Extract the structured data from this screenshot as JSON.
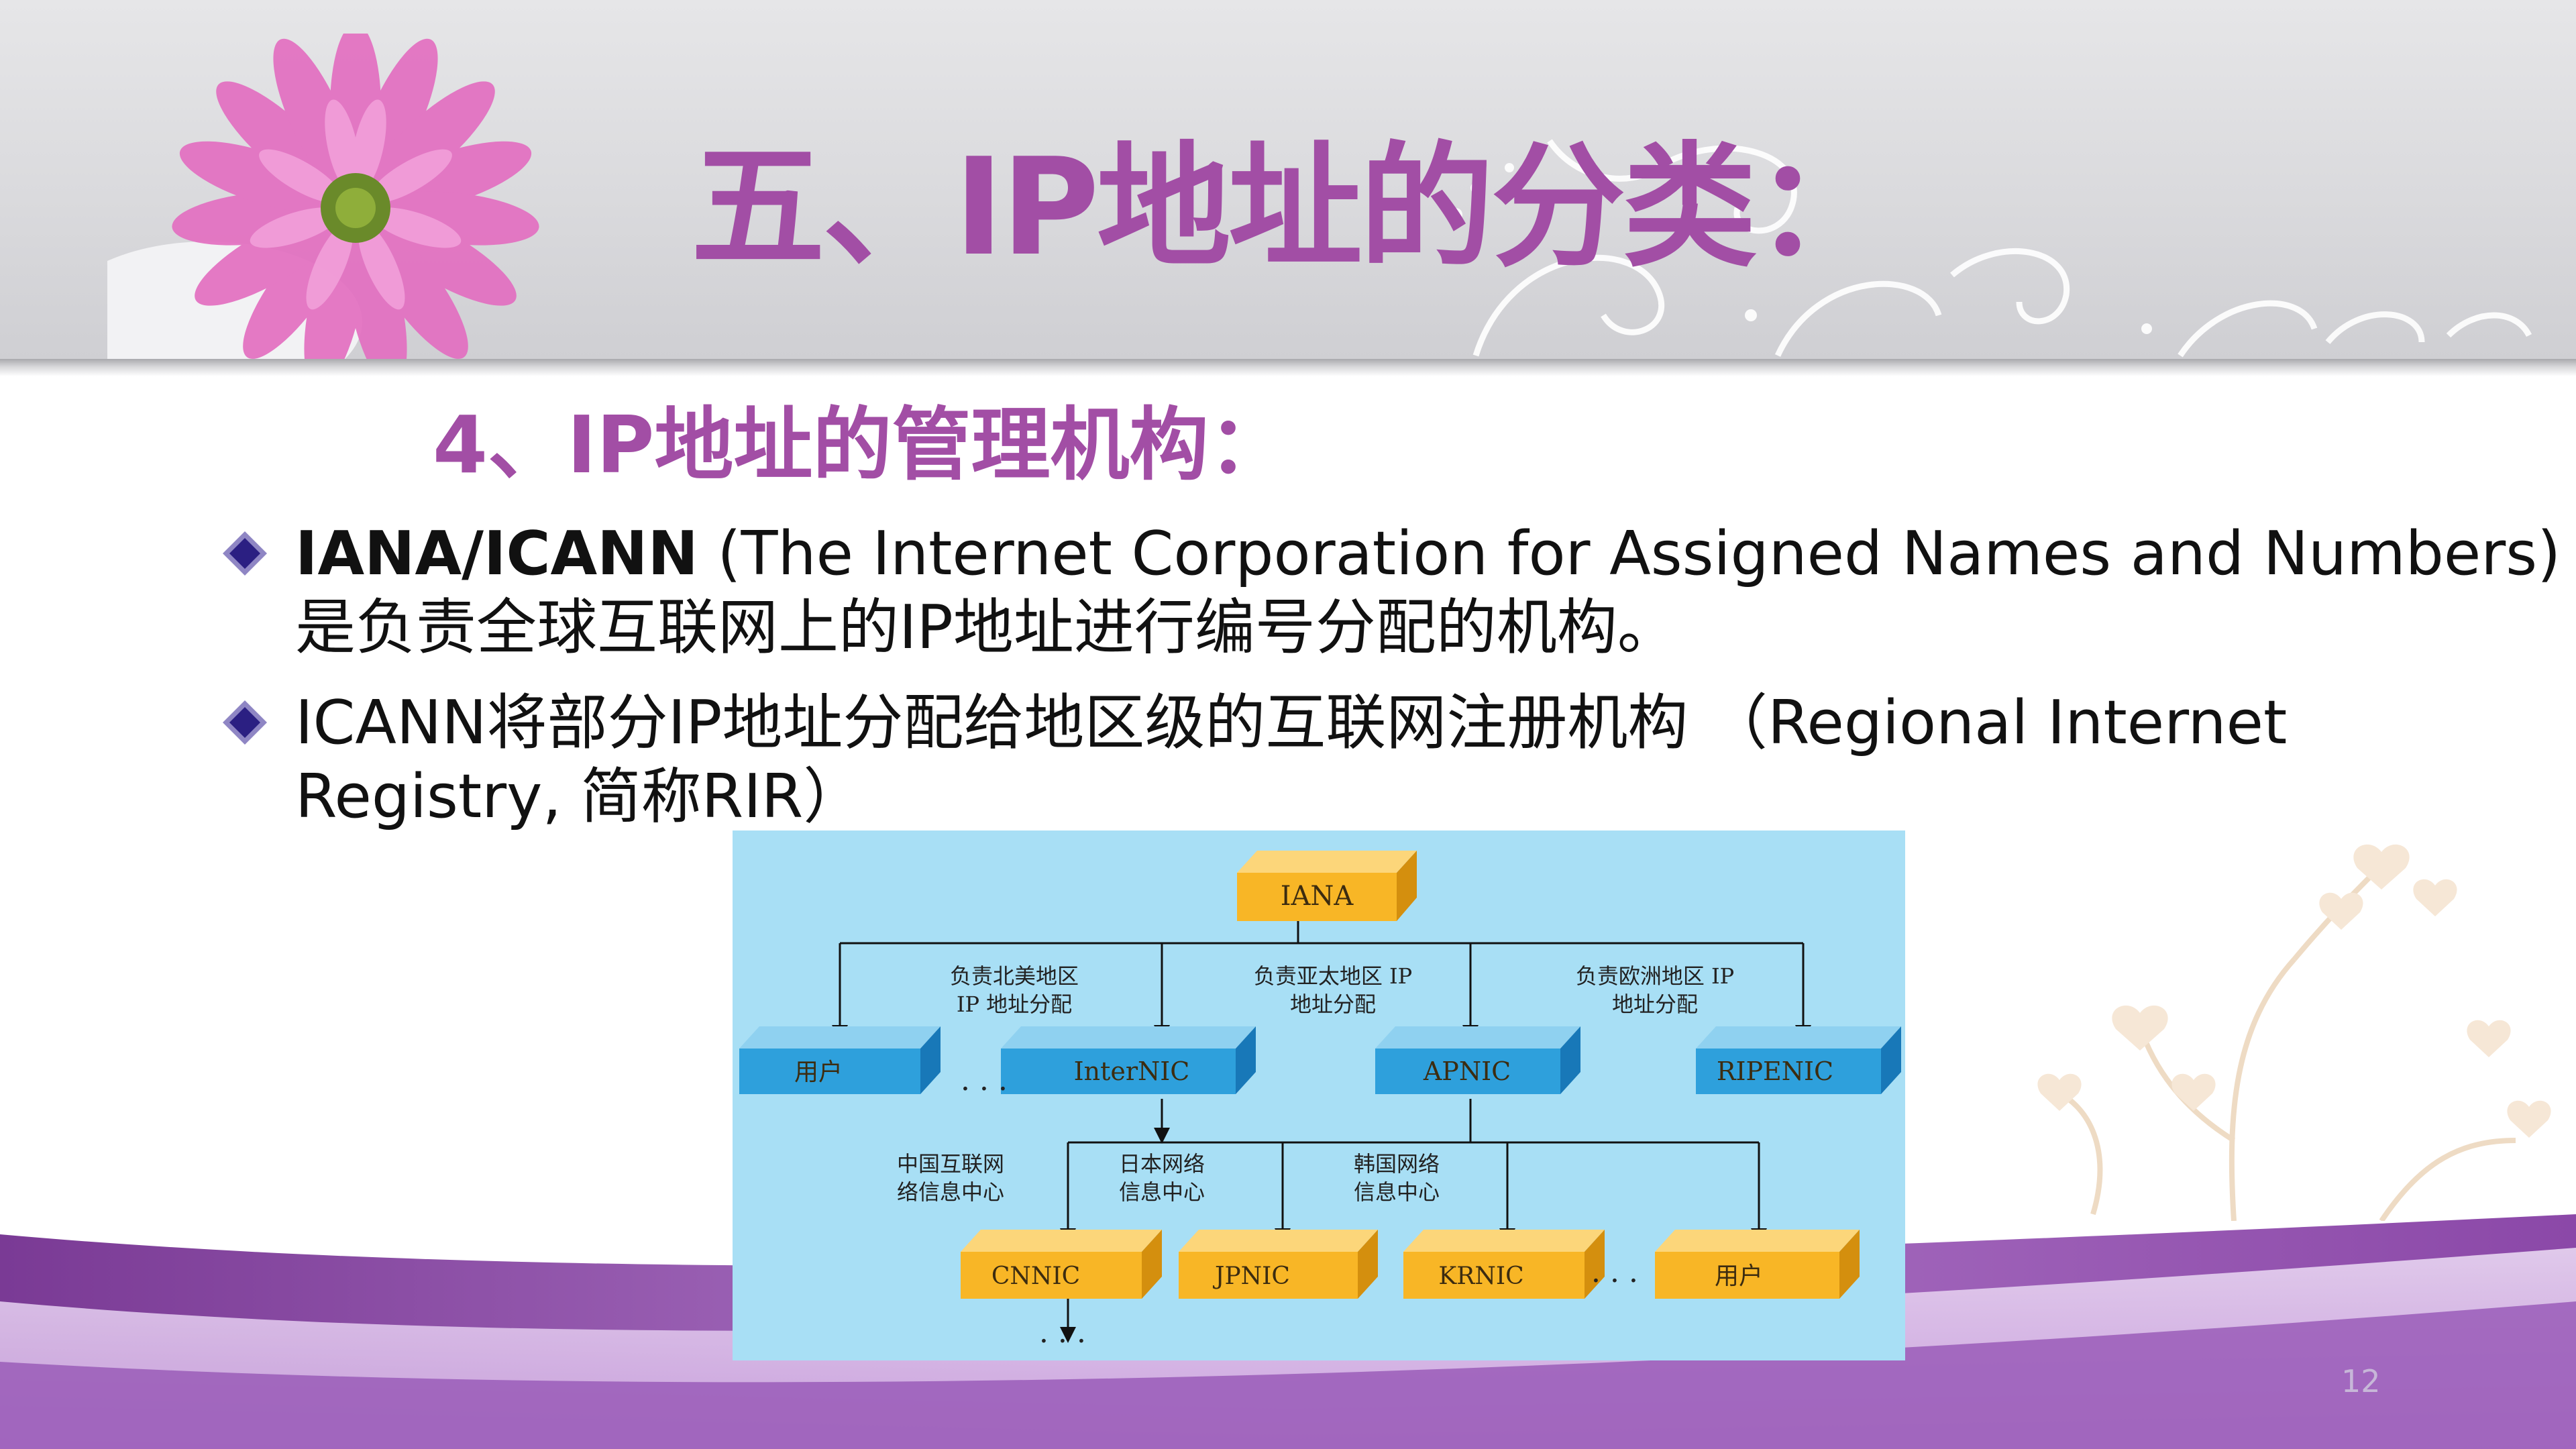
{
  "slide": {
    "title": "五、IP地址的分类：",
    "subtitle": "4、IP地址的管理机构：",
    "bullets": [
      {
        "strong": "IANA/ICANN",
        "text": " (The Internet Corporation for Assigned Names and Numbers)",
        "line2": "是负责全球互联网上的IP地址进行编号分配的机构。"
      },
      {
        "line1": "ICANN将部分IP地址分配给地区级的互联网注册机构 （Regional Internet",
        "line2": "Registry, 简称RIR）"
      }
    ],
    "page_number": "12"
  },
  "diagram": {
    "root": "IANA",
    "level1": [
      "用户",
      "InterNIC",
      "APNIC",
      "RIPENIC"
    ],
    "level1_notes": [
      [
        "负责北美地区",
        "IP 地址分配"
      ],
      [
        "负责亚太地区 IP",
        "地址分配"
      ],
      [
        "负责欧洲地区 IP",
        "地址分配"
      ]
    ],
    "level2": [
      "CNNIC",
      "JPNIC",
      "KRNIC",
      "用户"
    ],
    "level2_notes": [
      [
        "中国互联网",
        "络信息中心"
      ],
      [
        "日本网络",
        "信息中心"
      ],
      [
        "韩国网络",
        "信息中心"
      ]
    ],
    "ellipsis": "· · ·",
    "colors": {
      "background": "#a8dff5",
      "orange_box": "#f8b626",
      "blue_box": "#2ea0dc",
      "title": "#a24ea5"
    }
  }
}
